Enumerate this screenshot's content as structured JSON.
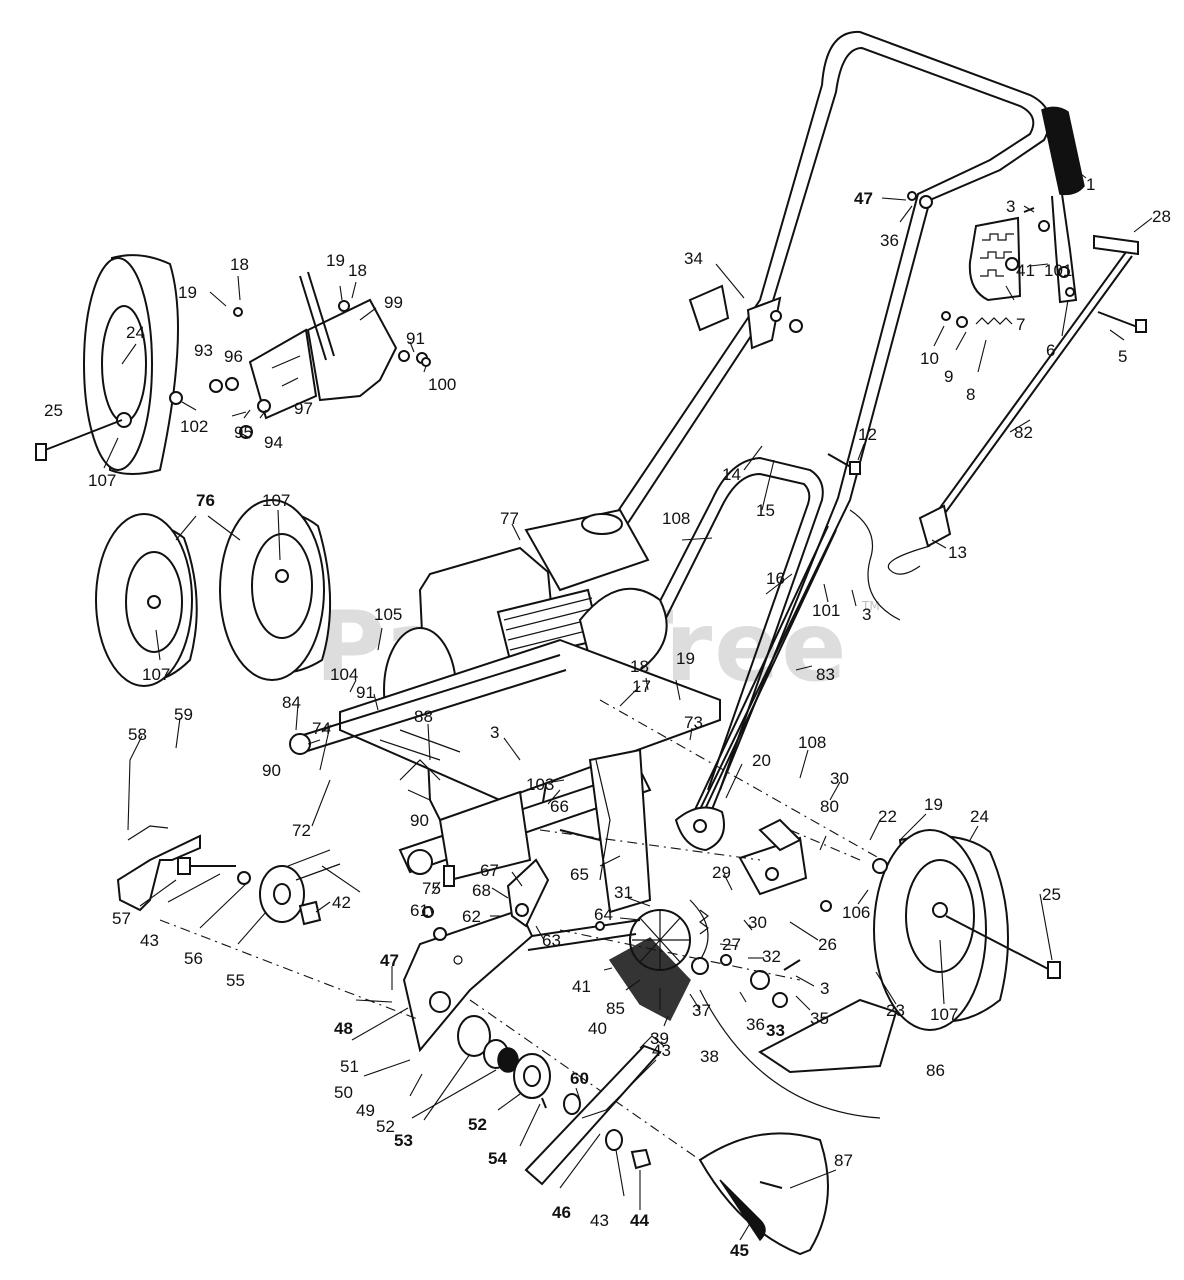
{
  "watermark": {
    "text": "PartsTree",
    "tm": "TM"
  },
  "labels": [
    "1",
    "28",
    "3",
    "47",
    "36",
    "101",
    "41",
    "7",
    "6",
    "5",
    "10",
    "9",
    "8",
    "34",
    "12",
    "82",
    "14",
    "15",
    "108",
    "13",
    "16",
    "101b",
    "3b",
    "83",
    "77",
    "19",
    "18",
    "18b",
    "19b",
    "99",
    "91",
    "100",
    "24",
    "25",
    "93",
    "96",
    "102",
    "107",
    "95",
    "94",
    "97",
    "76",
    "107b",
    "107c",
    "105",
    "104",
    "91b",
    "17",
    "18c",
    "19c",
    "73",
    "108b",
    "30",
    "80",
    "22",
    "19d",
    "24b",
    "84",
    "88",
    "3c",
    "103",
    "20",
    "59",
    "74",
    "90",
    "72",
    "58",
    "66",
    "65",
    "29",
    "30b",
    "106",
    "25b",
    "26",
    "67",
    "68",
    "31",
    "64",
    "62",
    "63",
    "27",
    "32",
    "3d",
    "61",
    "75",
    "57",
    "43",
    "56",
    "55",
    "42",
    "47b",
    "48",
    "51",
    "50",
    "41",
    "40",
    "85",
    "39",
    "37",
    "36b",
    "33",
    "35",
    "23",
    "107d",
    "86",
    "49",
    "52",
    "53",
    "52b",
    "54",
    "43b",
    "60",
    "38",
    "46",
    "43c",
    "44",
    "87",
    "45",
    "90b"
  ],
  "label_text": {
    "1": "1",
    "28": "28",
    "3": "3",
    "47": "47",
    "36": "36",
    "101": "101",
    "41": "41",
    "7": "7",
    "6": "6",
    "5": "5",
    "10": "10",
    "9": "9",
    "8": "8",
    "34": "34",
    "12": "12",
    "82": "82",
    "14": "14",
    "15": "15",
    "108": "108",
    "13": "13",
    "16": "16",
    "101b": "101",
    "3b": "3",
    "83": "83",
    "77": "77",
    "19": "19",
    "18": "18",
    "18b": "18",
    "19b": "19",
    "99": "99",
    "91": "91",
    "100": "100",
    "24": "24",
    "25": "25",
    "93": "93",
    "96": "96",
    "102": "102",
    "107": "107",
    "95": "95",
    "94": "94",
    "97": "97",
    "76": "76",
    "107b": "107",
    "107c": "107",
    "105": "105",
    "104": "104",
    "91b": "91",
    "17": "17",
    "18c": "18",
    "19c": "19",
    "73": "73",
    "108b": "108",
    "30": "30",
    "80": "80",
    "22": "22",
    "19d": "19",
    "24b": "24",
    "84": "84",
    "88": "88",
    "3c": "3",
    "103": "103",
    "20": "20",
    "59": "59",
    "74": "74",
    "90": "90",
    "72": "72",
    "58": "58",
    "66": "66",
    "65": "65",
    "29": "29",
    "30b": "30",
    "106": "106",
    "25b": "25",
    "26": "26",
    "67": "67",
    "68": "68",
    "31": "31",
    "64": "64",
    "62": "62",
    "63": "63",
    "27": "27",
    "32": "32",
    "3d": "3",
    "61": "61",
    "75": "75",
    "57": "57",
    "43": "43",
    "56": "56",
    "55": "55",
    "42": "42",
    "47b": "47",
    "48": "48",
    "51": "51",
    "50": "50",
    "40": "40",
    "85": "85",
    "39": "39",
    "37": "37",
    "36b": "36",
    "33": "33",
    "35": "35",
    "23": "23",
    "107d": "107",
    "86": "86",
    "49": "49",
    "52": "52",
    "53": "53",
    "52b": "52",
    "54": "54",
    "43b": "43",
    "60": "60",
    "38": "38",
    "46": "46",
    "43c": "43",
    "44": "44",
    "87": "87",
    "45": "45",
    "90b": "90"
  }
}
